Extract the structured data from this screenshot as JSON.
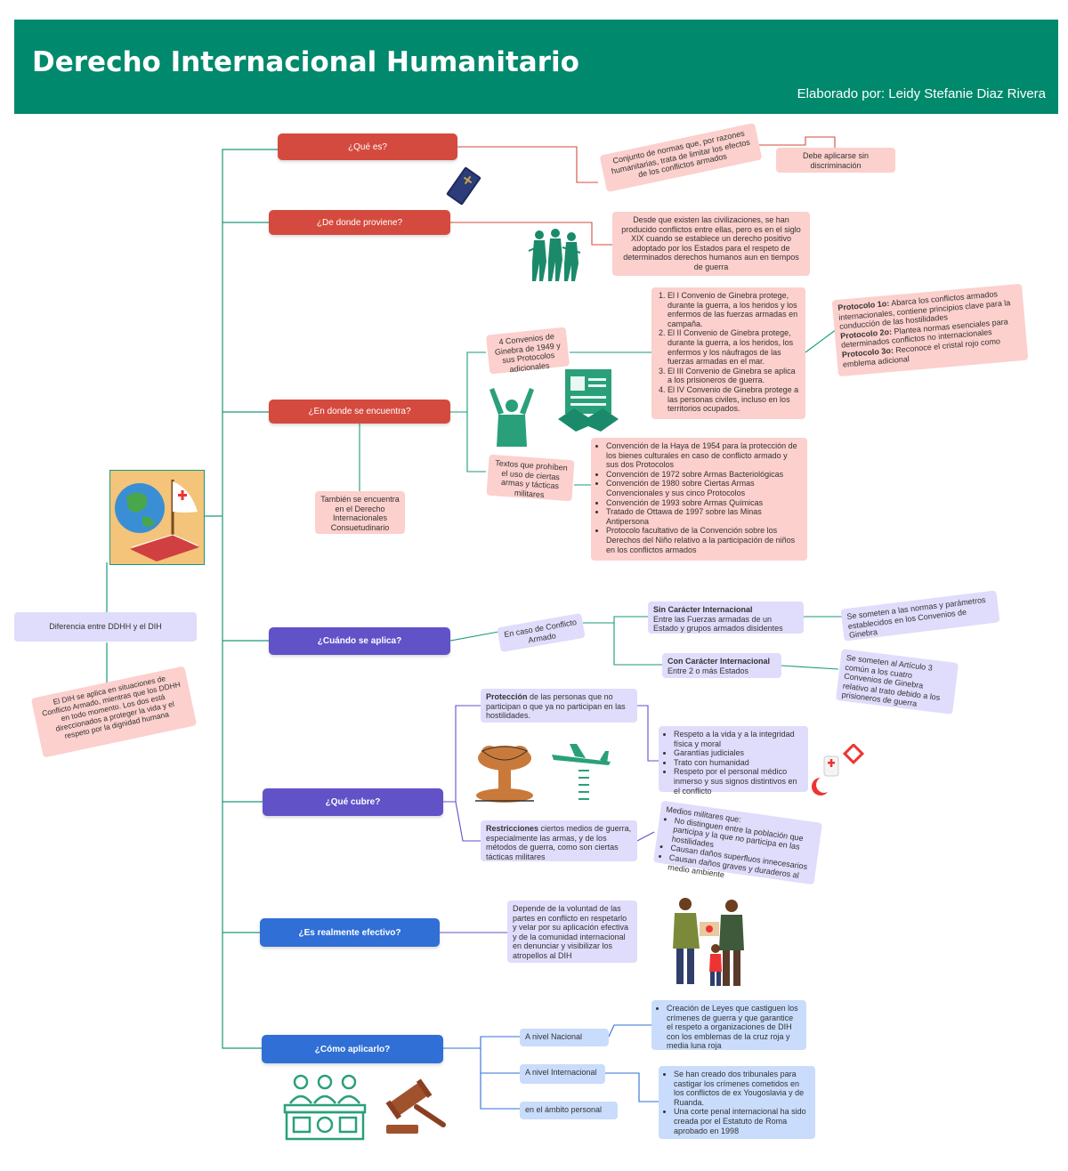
{
  "header": {
    "title": "Derecho Internacional Humanitario",
    "author": "Elaborado por: Leidy Stefanie Diaz Rivera"
  },
  "colors": {
    "header_bg": "#00896c",
    "red_node": "#d54a3e",
    "purple_node": "#6152c8",
    "blue_node": "#2f6fd6",
    "pink_box": "#fbd0cd",
    "lavender_box": "#e0dcfb",
    "light_blue_box": "#c9dcfb",
    "connector": "#1a9a7a"
  },
  "root": {
    "difference_label": "Diferencia entre DDHH y el DIH",
    "difference_text": "El DIH se aplica en situaciones de Conflicto Armado, mientras que los DDHH en todo momento. Los dos está direccionados a proteger la vida y el respeto por la dignidad humana"
  },
  "que_es": {
    "label": "¿Qué es?",
    "definition": "Conjunto de normas que, por razones humanitarias, trata de limitar los efectos de los conflictos armados",
    "note": "Debe aplicarse sin discriminación"
  },
  "origen": {
    "label": "¿De donde proviene?",
    "text": "Desde que existen las civilizaciones, se han producido conflictos entre ellas, pero es en el siglo XIX cuando se establece un derecho positivo adoptado por los Estados para el respeto de determinados derechos humanos aun en tiempos de guerra"
  },
  "donde": {
    "label": "¿En donde se encuentra?",
    "convenios_label": "4 Convenios de Ginebra de 1949 y sus Protocolos adicionales",
    "convenios": [
      "El I Convenio de Ginebra protege, durante la guerra, a los heridos y los enfermos de las fuerzas armadas en campaña.",
      "El II Convenio de Ginebra protege, durante la guerra, a los heridos, los enfermos y los náufragos de las fuerzas armadas en el mar.",
      "El III Convenio de Ginebra se aplica a los prisioneros de guerra.",
      "El IV Convenio de Ginebra protege a las personas civiles, incluso en los territorios ocupados."
    ],
    "protocolos": [
      {
        "name": "Protocolo 1o:",
        "text": " Abarca los conflictos armados internacionales, contiene principios clave para la conducción de las hostilidades"
      },
      {
        "name": "Protocolo 2o:",
        "text": " Plantea normas esenciales para determinados conflictos no internacionales"
      },
      {
        "name": "Protocolo 3o:",
        "text": " Reconoce el cristal rojo como emblema adicional"
      }
    ],
    "textos_label": "Textos que prohíben el uso de ciertas armas y tácticas militares",
    "textos": [
      "Convención de la Haya de 1954 para la protección de los bienes culturales en caso de conflicto armado y sus dos Protocolos",
      "Convención de 1972 sobre Armas Bacteriológicas",
      "Convención de 1980 sobre Ciertas Armas Convencionales y sus cinco Protocolos",
      "Convención de 1993 sobre Armas Químicas",
      "Tratado de Ottawa de 1997 sobre las Minas Antipersona",
      "Protocolo facultativo de la Convención sobre los Derechos del Niño relativo a la participación de niños en los conflictos armados"
    ],
    "consuetudinario": "También se encuentra en el Derecho Internacionales Consuetudinario"
  },
  "cuando": {
    "label": "¿Cuándo se aplica?",
    "intro": "En caso de Conflicto Armado",
    "sin_title": "Sin Carácter Internacional",
    "sin_text": "Entre las Fuerzas armadas de un Estado y grupos armados disidentes",
    "sin_note": "Se someten a las normas y parámetros establecidos en los Convenios de Ginebra",
    "con_title": "Con Carácter Internacional",
    "con_text": "Entre 2 o más Estados",
    "con_note": "Se someten al Artículo 3 común a los cuatro Convenios de Ginebra relativo al trato debido a los prisioneros de guerra"
  },
  "cubre": {
    "label": "¿Qué cubre?",
    "proteccion_title": "Protección",
    "proteccion_text": " de las personas que no participan o que ya no participan en las hostilidades.",
    "proteccion_items": [
      "Respeto a la vida y a la integridad física y moral",
      "Garantías judiciales",
      "Trato con humanidad",
      "Respeto por el personal médico inmerso y sus signos distintivos en el conflicto"
    ],
    "restricciones_title": "Restricciones",
    "restricciones_text": " ciertos medios de guerra, especialmente las armas, y de los métodos de guerra, como son ciertas tácticas militares",
    "medios_title": "Medios militares que:",
    "medios_items": [
      "No distinguen entre la población que participa y la que no participa en las hostilidades",
      "Causan daños superfluos innecesarios",
      "Causan daños graves y duraderos al medio ambiente"
    ]
  },
  "efectivo": {
    "label": "¿Es realmente efectivo?",
    "text": "Depende de la voluntad de las partes en conflicto en respetarlo y velar por su aplicación efectiva y de la comunidad internacional en denunciar y visibilizar los atropellos al DIH"
  },
  "aplicarlo": {
    "label": "¿Cómo aplicarlo?",
    "nacional_label": "A nivel Nacional",
    "nacional_items": [
      "Creación de Leyes que castiguen los crímenes de guerra y que garantice el respeto a organizaciones de DIH con los emblemas de la cruz roja y media luna roja"
    ],
    "internacional_label": "A nivel Internacional",
    "internacional_items": [
      "Se han creado dos tribunales para castigar los crímenes cometidos en los conflictos de ex Yougoslavia y de Ruanda.",
      "Una corte penal internacional ha sido creada por el Estatuto de Roma aprobado en 1998"
    ],
    "personal_label": "en el ámbito personal"
  },
  "icons": [
    "book-icon",
    "soldiers-icon",
    "treaty-handshake-icon",
    "surrender-person-icon",
    "globe-flag-book-icon",
    "explosion-icon",
    "aircraft-icon",
    "red-cross-emblems-icon",
    "humanitarian-aid-icon",
    "tribunal-icon",
    "gavel-icon"
  ]
}
